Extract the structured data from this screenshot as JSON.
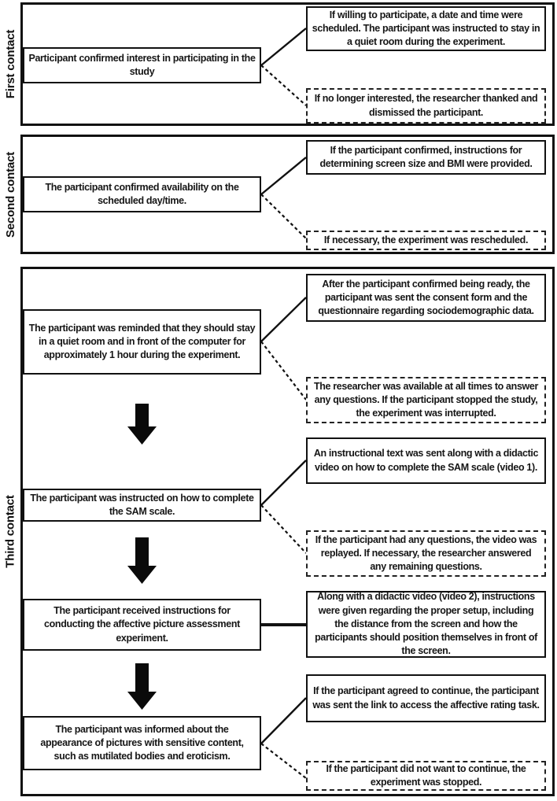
{
  "colors": {
    "ink": "#111111",
    "background": "#ffffff"
  },
  "diagram_type": "study-protocol-flowchart",
  "sections": [
    {
      "label": "First contact",
      "steps": [
        {
          "main": "Participant confirmed interest in participating in the study",
          "positive": "If willing to participate, a date and time were scheduled. The participant was instructed to stay in a quiet room during the experiment.",
          "negative": "If no longer interested, the researcher thanked and dismissed the participant."
        }
      ]
    },
    {
      "label": "Second contact",
      "steps": [
        {
          "main": "The participant confirmed availability on the scheduled day/time.",
          "positive": "If the participant confirmed, instructions for determining screen size and BMI were provided.",
          "negative": "If necessary, the experiment was rescheduled."
        }
      ]
    },
    {
      "label": "Third contact",
      "steps": [
        {
          "main": "The participant was reminded that they should stay in a quiet room and in front of the computer for approximately 1 hour during the experiment.",
          "positive": "After the participant confirmed being ready, the participant was sent the consent form and the questionnaire regarding sociodemographic data.",
          "negative": "The researcher was available at all times to answer any questions. If the participant stopped the study, the experiment was interrupted."
        },
        {
          "main": "The participant was instructed on how to complete the SAM scale.",
          "positive": "An instructional text was sent along with a didactic video on how to complete the SAM scale (video 1).",
          "negative": "If the participant had any questions, the video was replayed. If necessary, the researcher answered any remaining questions."
        },
        {
          "main": "The participant received instructions for conducting the affective picture assessment experiment.",
          "positive": "Along with a didactic video (video 2), instructions were given regarding the proper setup, including the distance from the screen and how the participants should position themselves in front of the screen."
        },
        {
          "main": "The participant was informed about the appearance of pictures with sensitive content, such as mutilated bodies and eroticism.",
          "positive": "If the participant agreed to continue, the participant was sent the link to access the affective rating task.",
          "negative": "If the participant did not want to continue, the experiment was stopped."
        }
      ]
    }
  ]
}
